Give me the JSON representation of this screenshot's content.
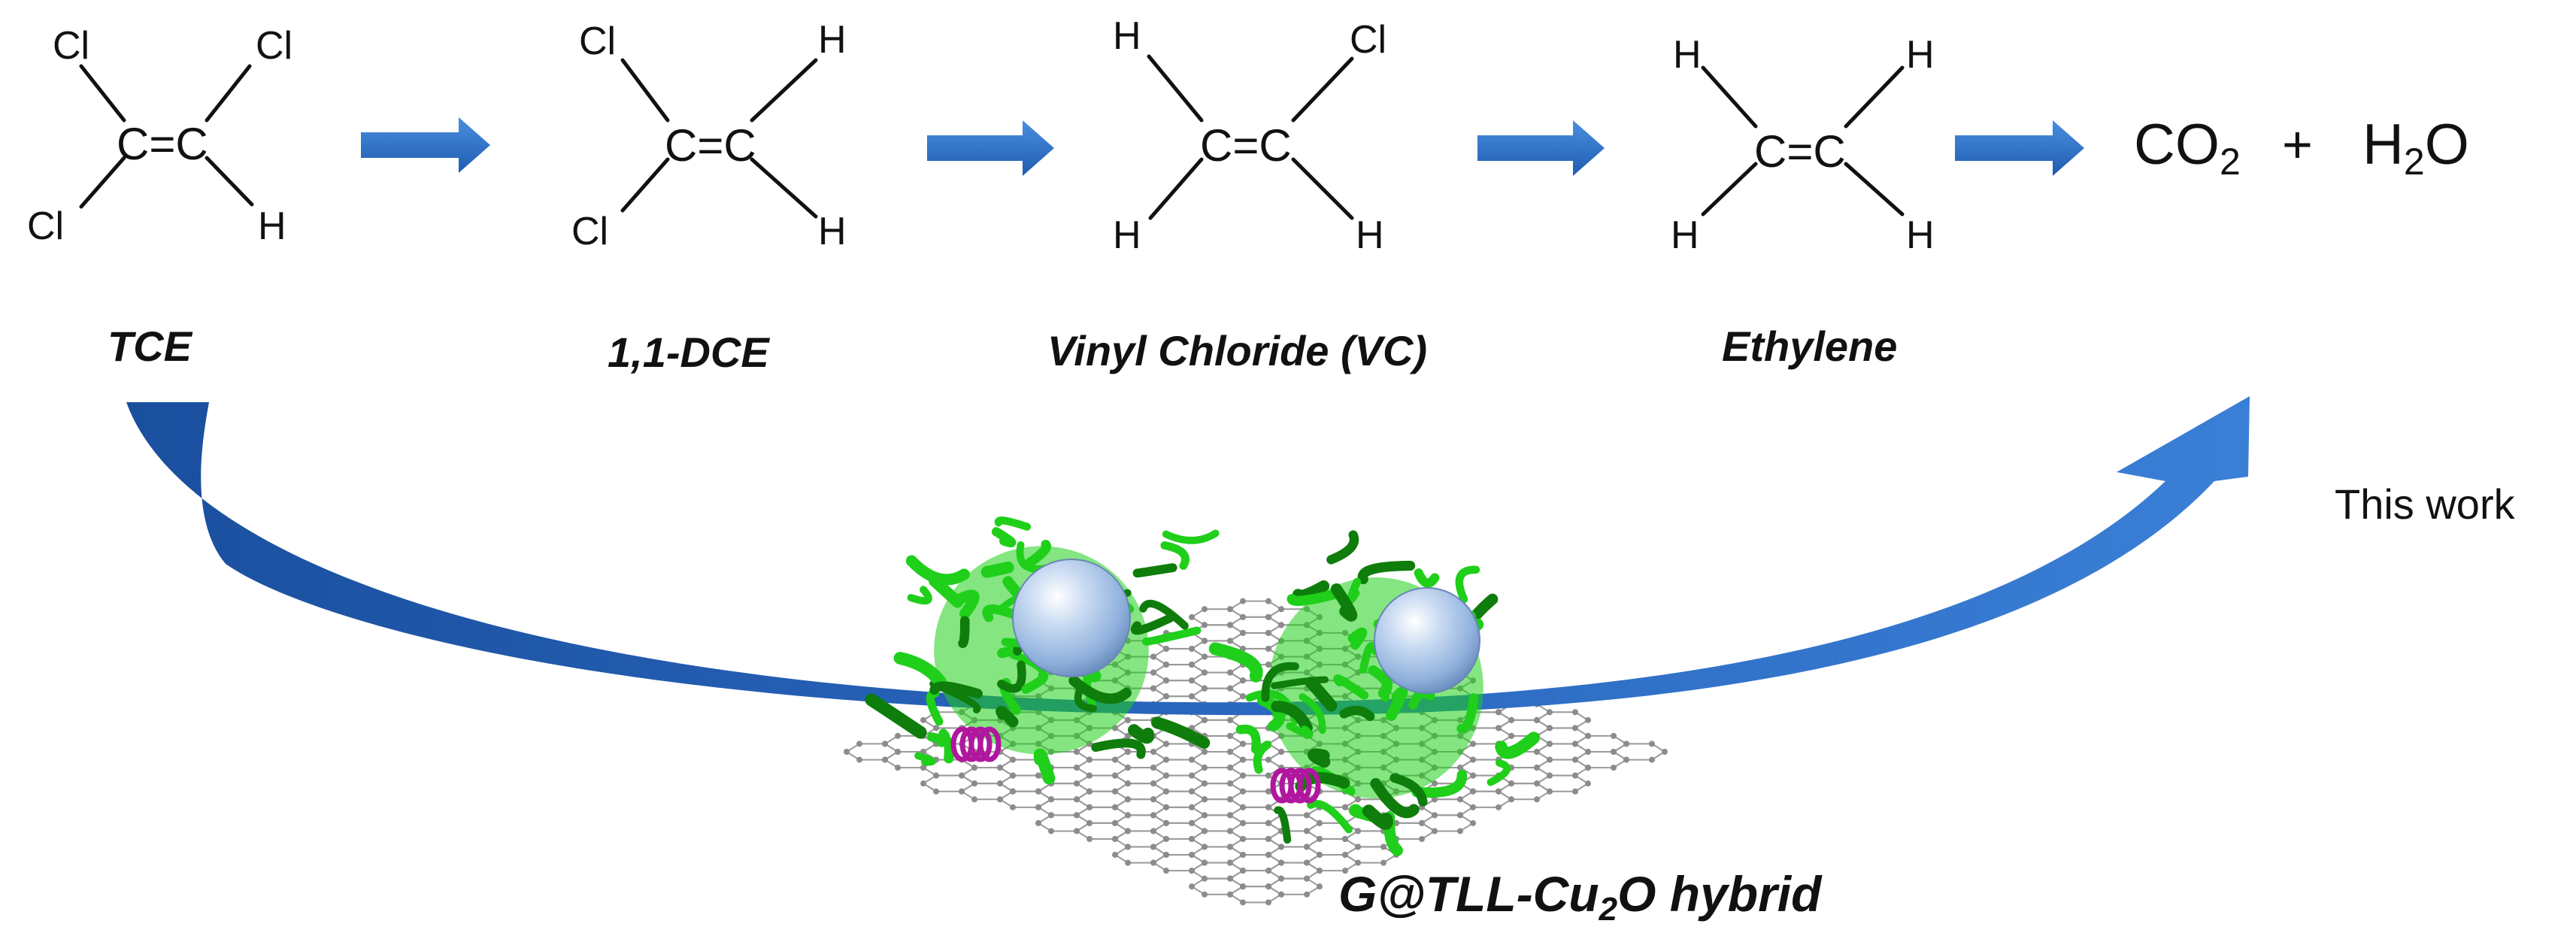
{
  "molecules": [
    {
      "name": "TCE",
      "center": "C=C",
      "tl": "Cl",
      "tr": "Cl",
      "bl": "Cl",
      "br": "H"
    },
    {
      "name": "1,1-DCE",
      "center": "C=C",
      "tl": "Cl",
      "tr": "H",
      "bl": "Cl",
      "br": "H"
    },
    {
      "name": "Vinyl Chloride (VC)",
      "center": "C=C",
      "tl": "H",
      "tr": "Cl",
      "bl": "H",
      "br": "H"
    },
    {
      "name": "Ethylene",
      "center": "C=C",
      "tl": "H",
      "tr": "H",
      "bl": "H",
      "br": "H"
    }
  ],
  "products": {
    "co2_main": "CO",
    "co2_sub": "2",
    "plus": "+",
    "h2o_h": "H",
    "h2o_sub": "2",
    "h2o_o": "O"
  },
  "labels": {
    "this_work": "This work",
    "hybrid_prefix": "G@TLL-Cu",
    "hybrid_sub": "2",
    "hybrid_suffix": "O hybrid"
  },
  "colors": {
    "arrow": "#2f6fc4",
    "arrow_dark": "#163f85",
    "protein": "#1fcf1a",
    "protein_dark": "#0e7d0b",
    "helix": "#b0169e",
    "sphere": "#a9c3e6",
    "graphene": "#9a9a9a"
  },
  "icons": [
    "straight-reaction-arrow",
    "curved-process-arrow",
    "enzyme-ribbon-icon",
    "cu2o-nanoparticle-icon",
    "graphene-sheet-icon"
  ]
}
